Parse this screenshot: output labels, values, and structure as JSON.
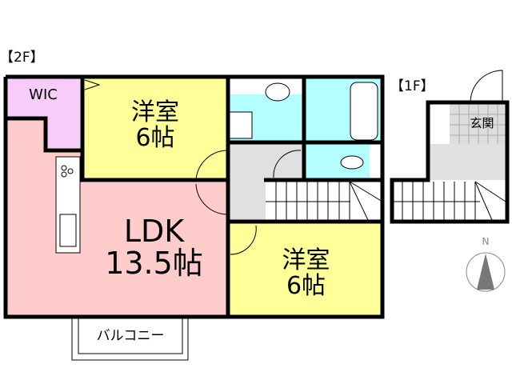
{
  "floors": {
    "upper": "【2F】",
    "lower": "【1F】"
  },
  "rooms": {
    "wic": "WIC",
    "western1": {
      "line1": "洋室",
      "line2": "6帖"
    },
    "ldk": {
      "line1": "LDK",
      "line2": "13.5帖"
    },
    "western2": {
      "line1": "洋室",
      "line2": "6帖"
    },
    "entrance": "玄関",
    "balcony": "バルコニー"
  },
  "compass": "N",
  "colors": {
    "wic": "#f8ccf8",
    "western": "#ffff99",
    "ldk": "#ffcccc",
    "wet": "#b3ffff",
    "hall": "#e0e0e0"
  }
}
